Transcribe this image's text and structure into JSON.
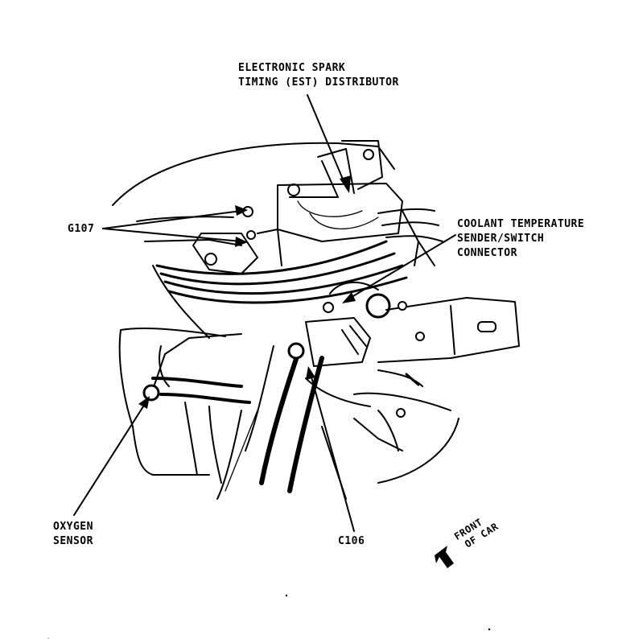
{
  "labels": {
    "est_distributor_line1": "ELECTRONIC SPARK",
    "est_distributor_line2": "TIMING (EST) DISTRIBUTOR",
    "g107": "G107",
    "coolant_line1": "COOLANT TEMPERATURE",
    "coolant_line2": "SENDER/SWITCH",
    "coolant_line3": "CONNECTOR",
    "oxygen_line1": "OXYGEN",
    "oxygen_line2": "SENSOR",
    "c106": "C106",
    "front_line1": "FRONT",
    "front_line2": "OF CAR"
  },
  "colors": {
    "ink": "#000000",
    "paper": "#ffffff"
  }
}
